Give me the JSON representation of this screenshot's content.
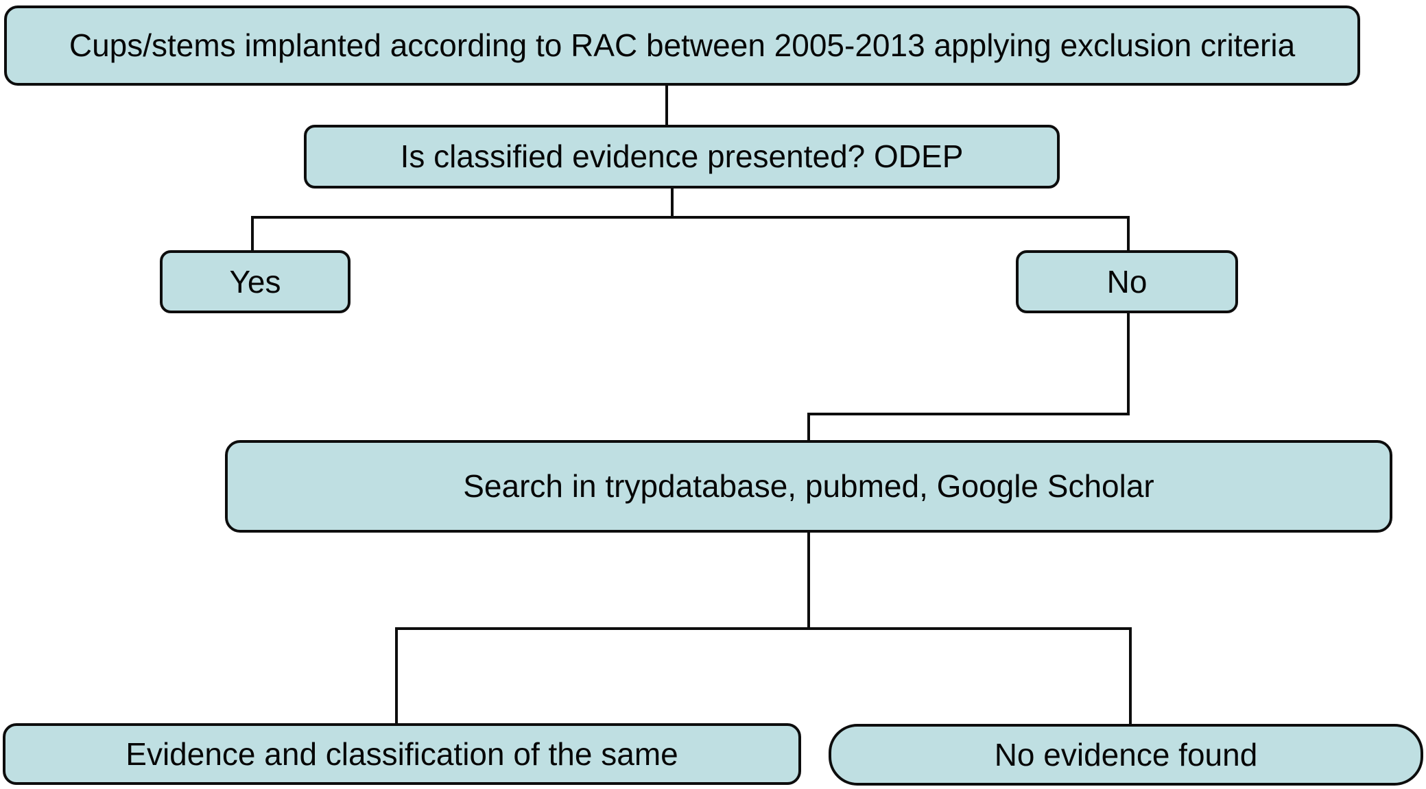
{
  "theme": {
    "node_fill": "#bfdfe2",
    "node_border": "#0d0d0d",
    "line_color": "#0d0d0d",
    "text_color": "#060606",
    "background": "#ffffff"
  },
  "nodes": {
    "root": {
      "label": "Cups/stems implanted according to RAC between 2005-2013 applying exclusion criteria"
    },
    "question": {
      "label": "Is classified evidence presented? ODEP"
    },
    "yes": {
      "label": "Yes"
    },
    "no": {
      "label": "No"
    },
    "search": {
      "label": "Search in trypdatabase, pubmed, Google Scholar"
    },
    "evidence": {
      "label": "Evidence and classification of the same"
    },
    "no_evidence": {
      "label": "No evidence found"
    }
  },
  "edges": [
    {
      "from": "root",
      "to": "question"
    },
    {
      "from": "question",
      "to": "yes"
    },
    {
      "from": "question",
      "to": "no"
    },
    {
      "from": "no",
      "to": "search"
    },
    {
      "from": "search",
      "to": "evidence"
    },
    {
      "from": "search",
      "to": "no_evidence"
    }
  ]
}
